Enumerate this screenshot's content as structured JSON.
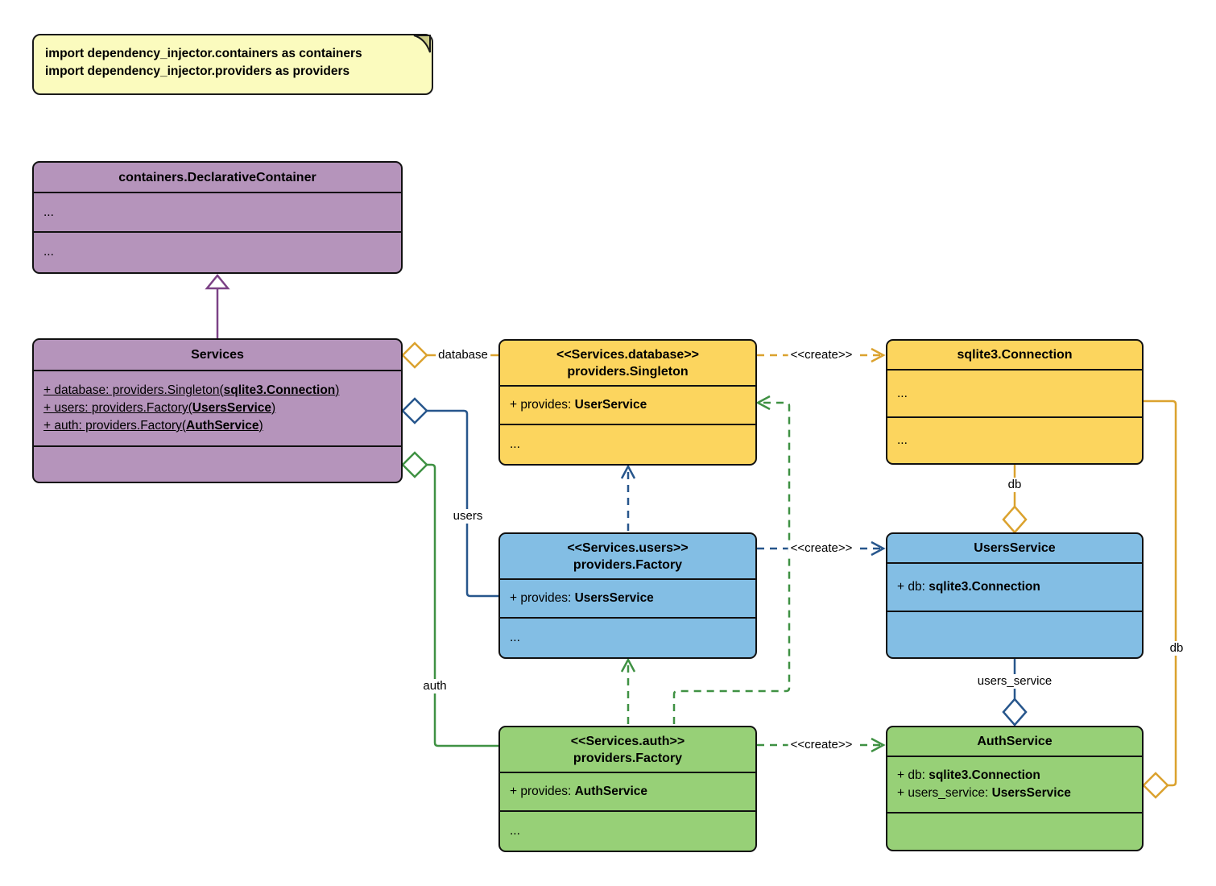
{
  "note": {
    "line1": "import dependency_injector.containers as containers",
    "line2": "import dependency_injector.providers as providers"
  },
  "classes": {
    "declarative_container": {
      "title": "containers.DeclarativeContainer",
      "section1": "...",
      "section2": "..."
    },
    "services": {
      "title": "Services",
      "attr1": {
        "pre": "+ database: providers.Singleton(",
        "bold": "sqlite3.Connection",
        "post": ")"
      },
      "attr2": {
        "pre": "+ users: providers.Factory(",
        "bold": "UsersService",
        "post": ")"
      },
      "attr3": {
        "pre": "+ auth: providers.Factory(",
        "bold": "AuthService",
        "post": ")"
      }
    },
    "database_singleton": {
      "stereotype": "<<Services.database>>",
      "title": "providers.Singleton",
      "attr": {
        "pre": "+ provides: ",
        "bold": "UserService",
        "post": ""
      },
      "section": "..."
    },
    "sqlite_connection": {
      "title": "sqlite3.Connection",
      "section1": "...",
      "section2": "..."
    },
    "users_factory": {
      "stereotype": "<<Services.users>>",
      "title": "providers.Factory",
      "attr": {
        "pre": "+ provides: ",
        "bold": "UsersService",
        "post": ""
      },
      "section": "..."
    },
    "users_service": {
      "title": "UsersService",
      "attr": {
        "pre": "+ db: ",
        "bold": "sqlite3.Connection",
        "post": ""
      }
    },
    "auth_factory": {
      "stereotype": "<<Services.auth>>",
      "title": "providers.Factory",
      "attr": {
        "pre": "+ provides: ",
        "bold": "AuthService",
        "post": ""
      },
      "section": "..."
    },
    "auth_service": {
      "title": "AuthService",
      "attr1": {
        "pre": "+ db: ",
        "bold": "sqlite3.Connection",
        "post": ""
      },
      "attr2": {
        "pre": "+ users_service: ",
        "bold": "UsersService",
        "post": ""
      }
    }
  },
  "edge_labels": {
    "database": "database",
    "users": "users",
    "auth": "auth",
    "create": "<<create>>",
    "db": "db",
    "users_service": "users_service"
  },
  "colors": {
    "purple_fill": "#b594bb",
    "purple_line": "#7c4286",
    "yellow_fill": "#fcd55e",
    "yellow_line": "#dba22e",
    "blue_fill": "#83bee4",
    "blue_line": "#27568c",
    "green_fill": "#97d077",
    "green_line": "#3f9143",
    "note_fill": "#fbfbbe"
  }
}
